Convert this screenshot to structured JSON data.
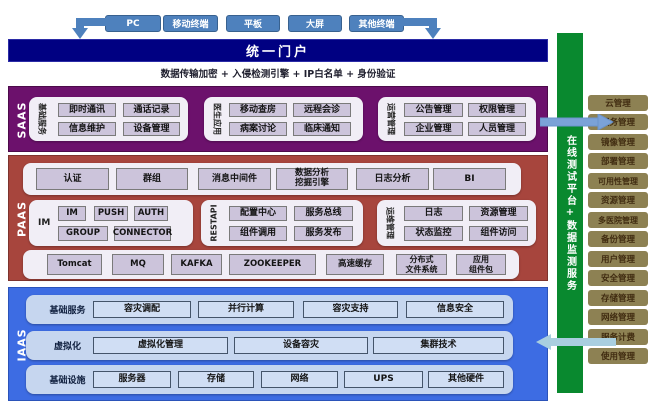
{
  "terminals": [
    "PC",
    "移动终端",
    "平板",
    "大屏",
    "其他终端"
  ],
  "portal": {
    "title": "统一门户",
    "caption": "数据传输加密 + 入侵检测引擎 + IP白名单 + 身份验证"
  },
  "saas": {
    "label": "SAAS",
    "groups": [
      {
        "label": "基础服务",
        "buttons": [
          "即时通讯",
          "通话记录",
          "信息维护",
          "设备管理"
        ]
      },
      {
        "label": "医生应用",
        "buttons": [
          "移动查房",
          "远程会诊",
          "病案讨论",
          "临床通知"
        ]
      },
      {
        "label": "运营管理",
        "buttons": [
          "公告管理",
          "权限管理",
          "企业管理",
          "人员管理"
        ]
      }
    ]
  },
  "paas": {
    "label": "PAAS",
    "service_row": [
      "认证",
      "群组",
      "消息中间件",
      "数据分析\n挖掘引擎",
      "日志分析",
      "BI"
    ],
    "im_group": {
      "label": "IM",
      "row1": [
        "IM",
        "PUSH",
        "AUTH"
      ],
      "row2": [
        "GROUP",
        "CONNECTOR"
      ]
    },
    "restapi_group": {
      "label": "RESTAPI",
      "buttons": [
        "配置中心",
        "服务总线",
        "组件调用",
        "服务发布"
      ]
    },
    "ops_group": {
      "label": "运维管理",
      "buttons": [
        "日志",
        "资源管理",
        "状态监控",
        "组件访问"
      ]
    },
    "middleware_row": [
      "Tomcat",
      "MQ",
      "KAFKA",
      "ZOOKEEPER",
      "高速缓存",
      "分布式\n文件系统",
      "应用\n组件包"
    ]
  },
  "iaas": {
    "label": "IAAS",
    "rows": [
      {
        "label": "基础服务",
        "buttons": [
          "容灾调配",
          "并行计算",
          "容灾支持",
          "信息安全"
        ]
      },
      {
        "label": "虚拟化",
        "buttons": [
          "虚拟化管理",
          "设备容灾",
          "集群技术"
        ]
      },
      {
        "label": "基础设施",
        "buttons": [
          "服务器",
          "存储",
          "网络",
          "UPS",
          "其他硬件"
        ]
      }
    ]
  },
  "right_rail": {
    "bar_label": "在线测试平台+数据监测服务",
    "boxes": [
      "云管理",
      "服务管理",
      "镜像管理",
      "部署管理",
      "可用性管理",
      "资源管理",
      "多医院管理",
      "备份管理",
      "用户管理",
      "安全管理",
      "存储管理",
      "网络管理",
      "服务计费",
      "使用管理"
    ]
  },
  "colors": {
    "terminal_blue": "#4E81BD",
    "portal_navy": "#000082",
    "saas_purple": "#6C116C",
    "paas_red": "#A7453D",
    "iaas_blue": "#3D6CE3",
    "rail_green": "#09892F",
    "box_olive": "#8D8153",
    "chip_lavender": "#CCC4DB",
    "chip_blue": "#D0DEF4",
    "arrow_blue": "#7BA2D8"
  }
}
